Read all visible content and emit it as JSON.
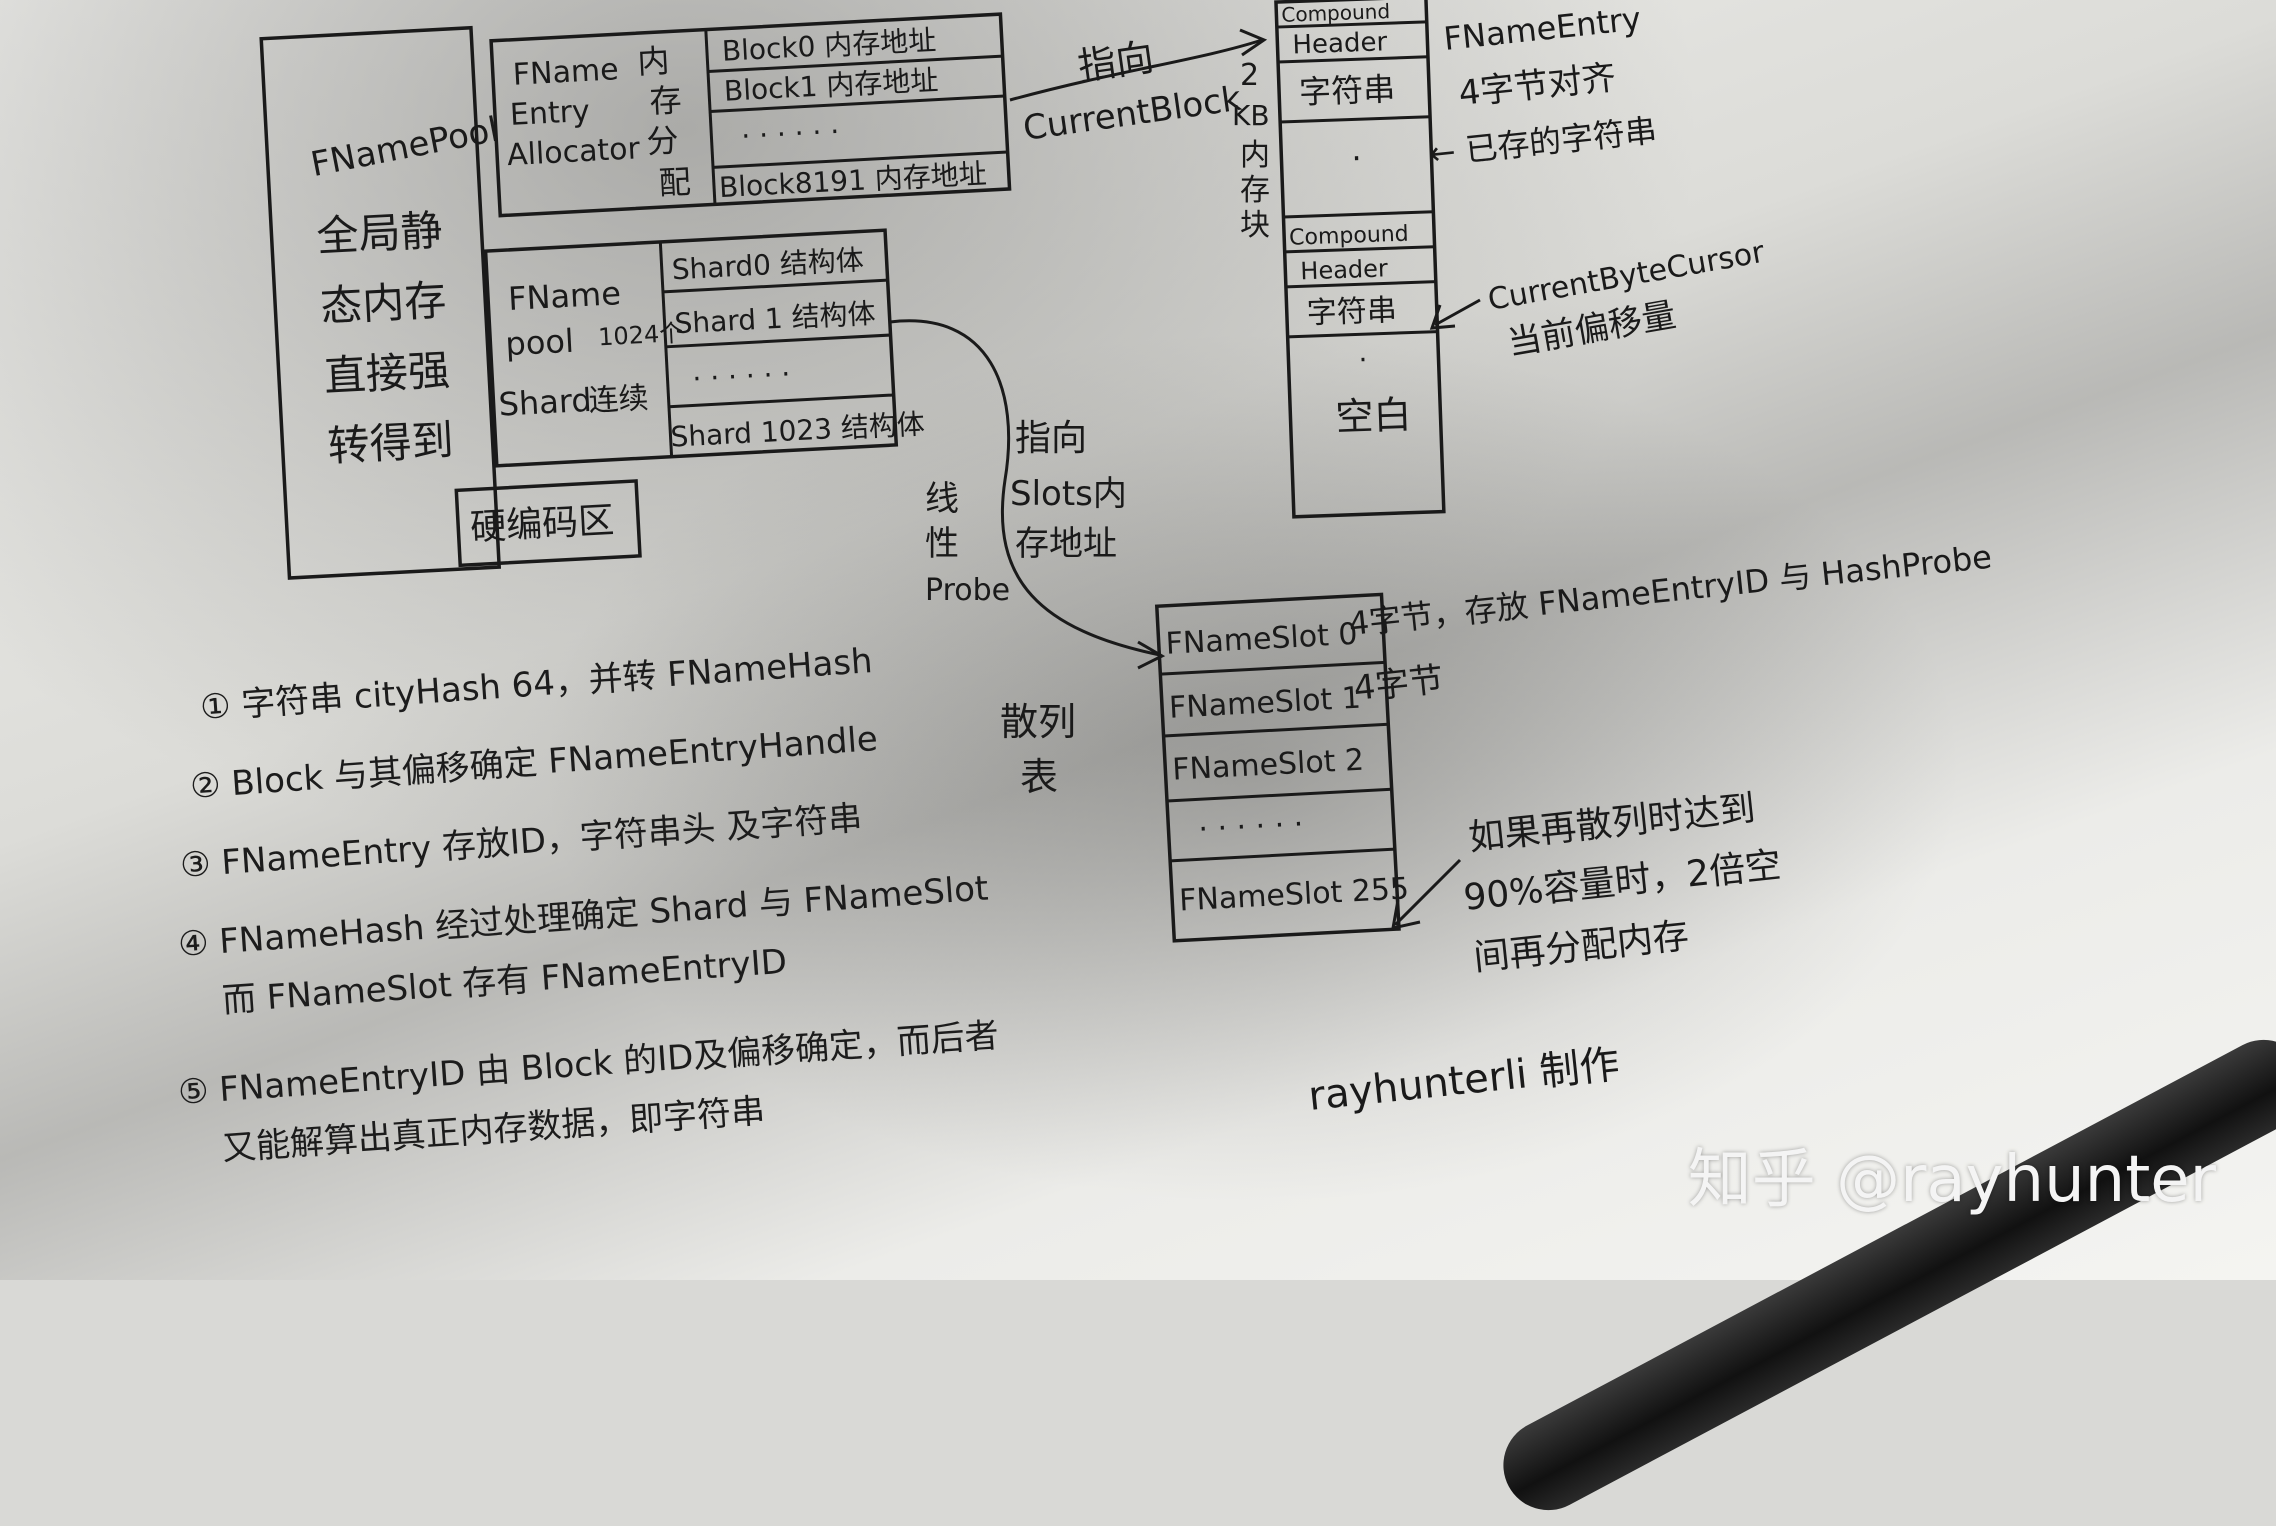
{
  "pool": {
    "title": "FNamePool",
    "desc": [
      "全局静",
      "态内存",
      "直接强",
      "转得到"
    ],
    "hardcode": "硬编码区"
  },
  "allocator": {
    "label": [
      "FName",
      "Entry",
      "Allocator"
    ],
    "side": [
      "内",
      "存",
      "分",
      "配"
    ],
    "rows": [
      "Block0 内存地址",
      "Block1 内存地址",
      "· · · · · ·",
      "Block8191 内存地址"
    ]
  },
  "shard": {
    "label": [
      "FName",
      "pool",
      "Shard"
    ],
    "count": "1024个",
    "side": "连续",
    "rows": [
      "Shard0 结构体",
      "Shard 1 结构体",
      "· · · · · ·",
      "Shard 1023 结构体"
    ]
  },
  "block": {
    "arrow_label": "指向",
    "current": "CurrentBlock",
    "size_label": [
      "2",
      "KB",
      "内",
      "存",
      "块"
    ],
    "cells": [
      "Compound",
      "Header",
      "字符串",
      "·",
      "Compound",
      "Header",
      "字符串",
      "·",
      "空白"
    ],
    "entry_note": [
      "FNameEntry",
      "4字节对齐"
    ],
    "stored_note": "← 已存的字符串",
    "cursor_note": [
      "CurrentByteCursor",
      "当前偏移量"
    ]
  },
  "slots": {
    "arrow_label": [
      "指向",
      "Slots内",
      "存地址"
    ],
    "probe": [
      "线",
      "性",
      "Probe"
    ],
    "table_label": [
      "散列",
      "表"
    ],
    "rows": [
      "FNameSlot 0",
      "FNameSlot 1",
      "FNameSlot 2",
      "· · · · · ·",
      "FNameSlot 255"
    ],
    "note0": "4字节，存放 FNameEntryID 与 HashProbe",
    "note1": "4字节",
    "grow": [
      "如果再散列时达到",
      "90%容量时，2倍空",
      "间再分配内存"
    ]
  },
  "steps": [
    {
      "num": "①",
      "text": "字符串 cityHash 64，并转 FNameHash"
    },
    {
      "num": "②",
      "text": "Block 与其偏移确定 FNameEntryHandle"
    },
    {
      "num": "③",
      "text": "FNameEntry 存放ID，字符串头 及字符串"
    },
    {
      "num": "④",
      "text": "FNameHash 经过处理确定 Shard 与 FNameSlot",
      "sub": "而 FNameSlot 存有 FNameEntryID"
    },
    {
      "num": "⑤",
      "text": "FNameEntryID 由 Block 的ID及偏移确定，而后者",
      "sub": "又能解算出真正内存数据，即字符串"
    }
  ],
  "author": "rayhunterli 制作",
  "watermark": "知乎 @rayhunter"
}
